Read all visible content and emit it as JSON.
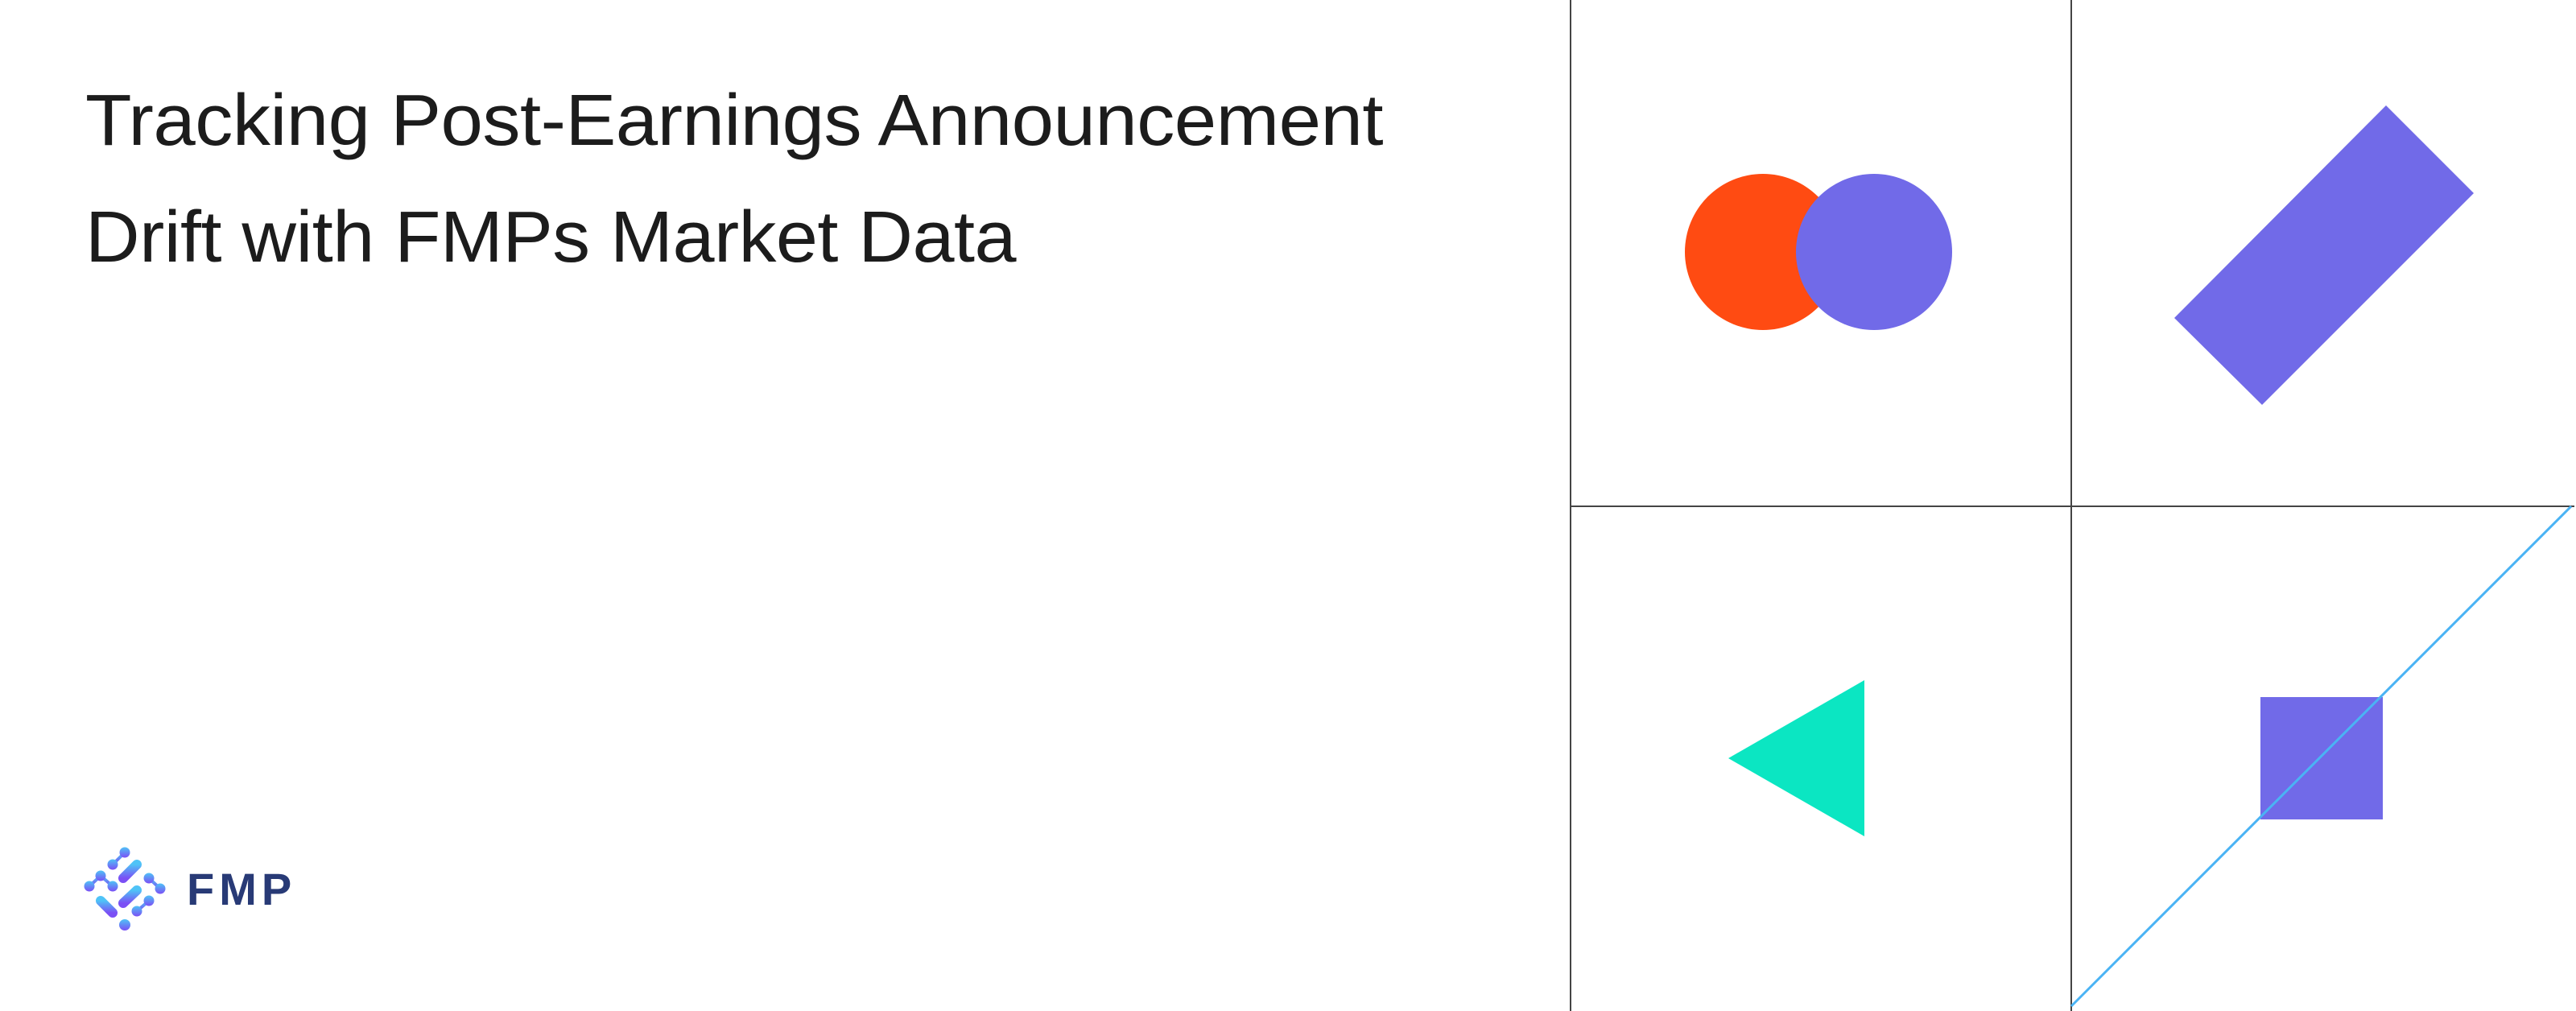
{
  "title": {
    "line1": "Tracking Post-Earnings Announcement",
    "line2": "Drift with FMPs Market Data"
  },
  "logo": {
    "text": "FMP",
    "icon": "fmp-network-diamond-icon",
    "text_color": "#283a76",
    "gradient_top": "#4fc3f7",
    "gradient_bottom": "#7b4ff5"
  },
  "artwork": {
    "grid_line_color": "#444444",
    "diagonal_line_color": "#4ab3f4",
    "shapes": [
      {
        "name": "orange-circle",
        "color": "#ff4b12"
      },
      {
        "name": "purple-circle",
        "color": "#716ae8"
      },
      {
        "name": "purple-rotated-rectangle",
        "color": "#716ae8"
      },
      {
        "name": "teal-triangle",
        "color": "#0be6c2"
      },
      {
        "name": "purple-square",
        "color": "#716ae8"
      }
    ]
  }
}
